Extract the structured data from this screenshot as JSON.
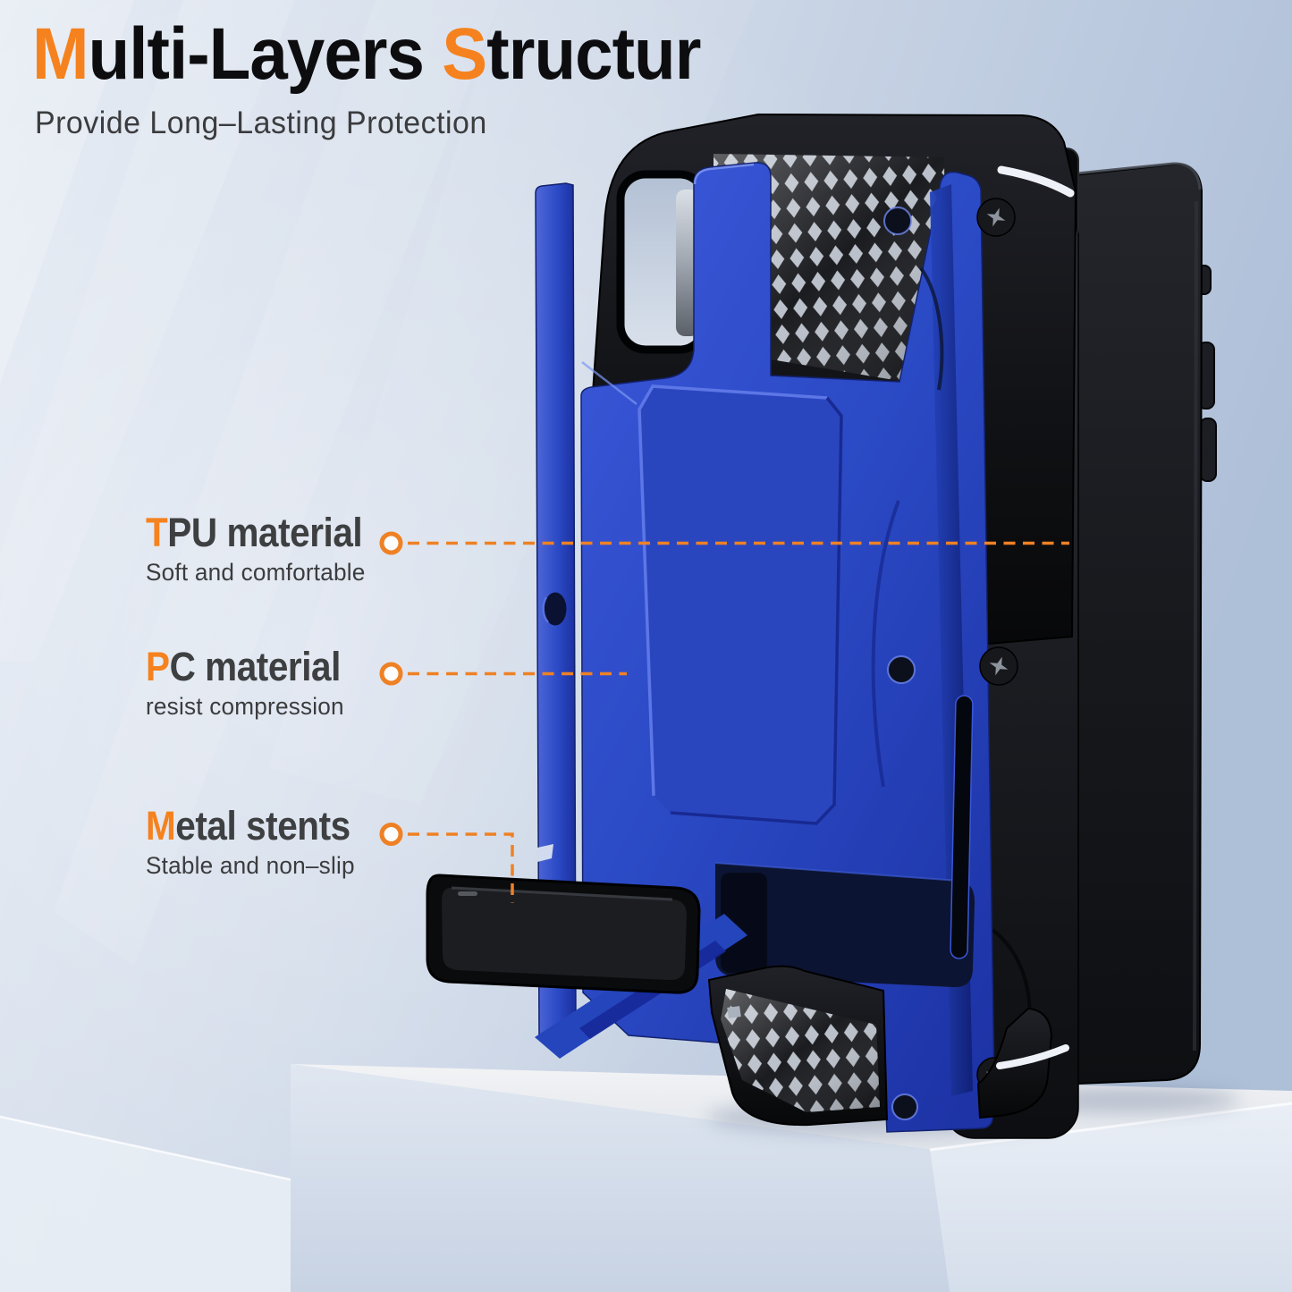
{
  "header": {
    "title_parts": [
      {
        "text": "M"
      },
      {
        "text": "ulti-Layers "
      },
      {
        "text": "S"
      },
      {
        "text": "tructur"
      }
    ],
    "subtitle": "Provide Long–Lasting Protection"
  },
  "callouts": [
    {
      "lead": "T",
      "rest": "PU material",
      "sub": "Soft and comfortable"
    },
    {
      "lead": "P",
      "rest": "C material",
      "sub": "resist compression"
    },
    {
      "lead": "M",
      "rest": "etal stents",
      "sub": "Stable and non–slip"
    }
  ],
  "colors": {
    "accent_orange": "#F5821E",
    "leader_line_orange": "#EE8125",
    "title_text": "#0D0D0F",
    "callout_heading": "#3E3F41",
    "callout_sub": "#3B3C3E",
    "case_blue": "#2B4AC5",
    "case_blue_dark": "#16289A",
    "armor_black": "#121317",
    "phone_black": "#17191D",
    "mesh_silver": "#B9BFC9",
    "background_top_right": "#AEBFD8",
    "background_light": "#E6EBF4",
    "pedestal_white": "#EDEFF2"
  },
  "product_layers": [
    "outer-armor-bumper",
    "pc-back-plate",
    "tpu-liner",
    "phone",
    "metal-kickstand",
    "display-pedestal"
  ]
}
